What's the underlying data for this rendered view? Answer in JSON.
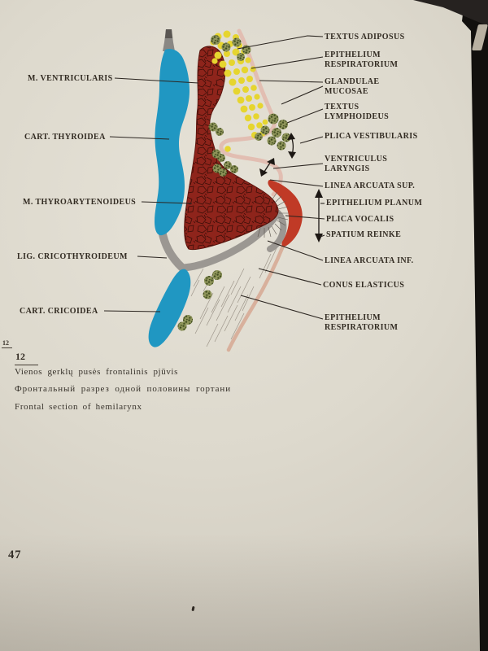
{
  "figure": {
    "number": "12",
    "margin_number": "12",
    "captions": {
      "lt": "Vienos gerklų pusės frontalinis pjūvis",
      "ru": "Фронтальный разрез одной половины гортани",
      "en": "Frontal section of hemilarynx"
    }
  },
  "page_number": "47",
  "diagram": {
    "left_labels": [
      "M. VENTRICULARIS",
      "CART. THYROIDEA",
      "M. THYROARYTENOIDEUS",
      "LIG. CRICOTHYROIDEUM",
      "CART. CRICOIDEA"
    ],
    "right_labels": [
      "TEXTUS ADIPOSUS",
      "EPITHELIUM RESPIRATORIUM",
      "GLANDULAE MUCOSAE",
      "TEXTUS LYMPHOIDEUS",
      "PLICA VESTIBULARIS",
      "VENTRICULUS LARYNGIS",
      "LINEA ARCUATA SUP.",
      "EPITHELIUM PLANUM",
      "PLICA VOCALIS",
      "SPATIUM REINKE",
      "LINEA ARCUATA INF.",
      "CONUS ELASTICUS",
      "EPITHELIUM RESPIRATORIUM"
    ],
    "colors": {
      "cartilage_blue": "#2097c2",
      "muscle_red": "#8e241b",
      "muscle_crackle": "#3c0e08",
      "fat_yellow": "#e6d52f",
      "gland_green": "#8e9459",
      "gland_speckle": "#414d1f",
      "epithelium_pink": "#e2beb2",
      "epithelium_lower_tan": "#d8b09c",
      "vocal_band_red": "#c03a26",
      "ligament_grey": "#9b9792",
      "leader_line": "#2b2520"
    }
  }
}
